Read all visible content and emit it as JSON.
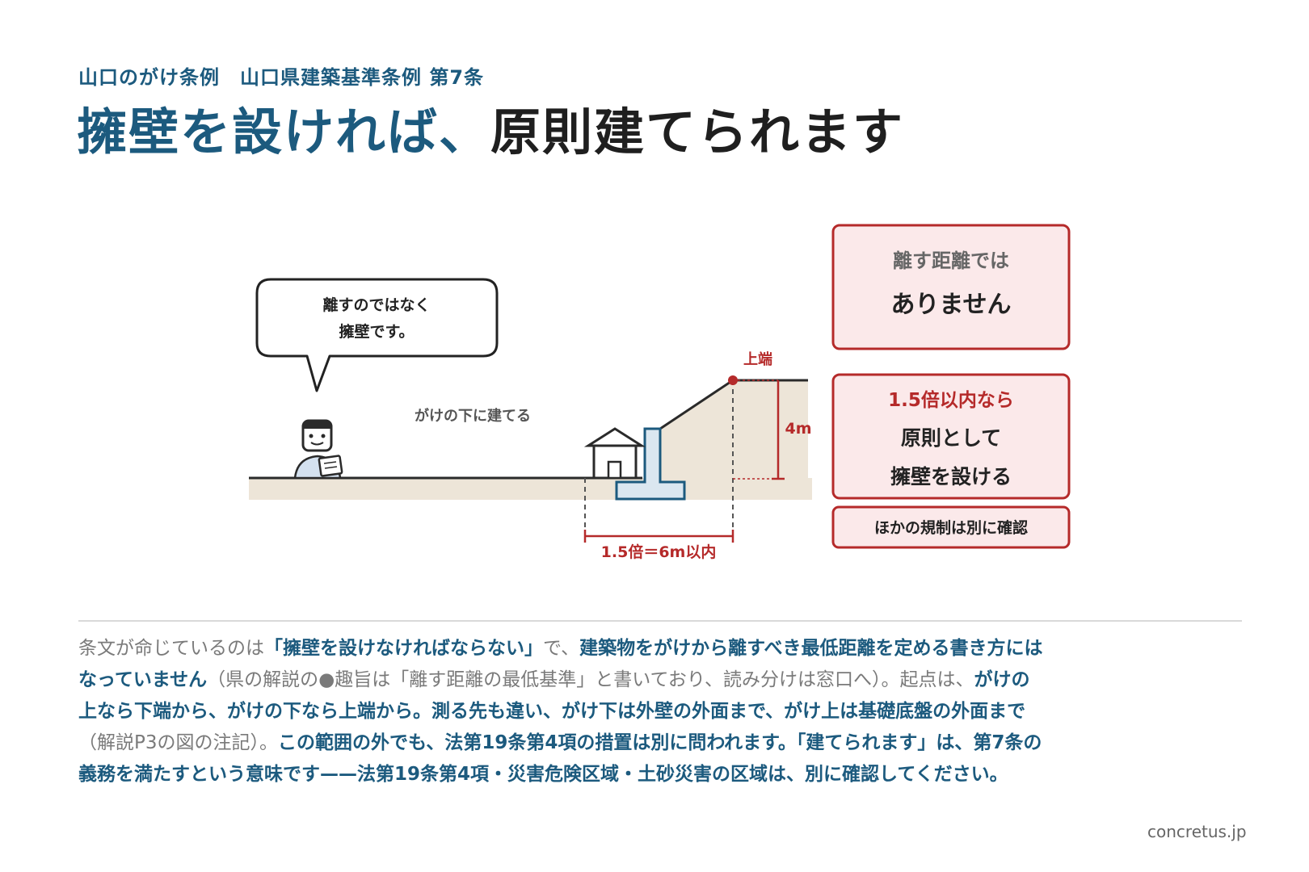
{
  "header": {
    "subtitle": "山口のがけ条例　山口県建築基準条例 第7条",
    "title_accent": "擁壁を設ければ、",
    "title_rest": "原則建てられます"
  },
  "diagram": {
    "bubble_line1": "離すのではなく",
    "bubble_line2": "擁壁です。",
    "scene_label": "がけの下に建てる",
    "top_edge_label": "上端",
    "height_label": "4m",
    "distance_label": "1.5倍＝6m以内",
    "box1_line1": "離す距離では",
    "box1_line2": "ありません",
    "box2_line1": "1.5倍以内なら",
    "box2_line2": "原則として",
    "box2_line3": "擁壁を設ける",
    "box3": "ほかの規制は別に確認",
    "colors": {
      "accent_blue": "#1c5a7e",
      "warning_red": "#b52a2a",
      "box_fill": "#fbe9ea",
      "ground_fill": "#ede5d8"
    }
  },
  "body": {
    "p1": "条文が命じているのは",
    "p2": "「擁壁を設けなければならない」",
    "p3": "で、",
    "p4": "建築物をがけから離すべき最低距離を定める書き方にはなっていません",
    "p5": "（県の解説の●趣旨は「離す距離の最低基準」と書いており、読み分けは窓口へ）。起点は、",
    "p6": "がけの上なら下端から、がけの下なら上端から。測る先も違い、がけ下は外壁の外面まで、がけ上は基礎底盤の外面まで",
    "p7": "（解説P3の図の注記）。",
    "p8": "この範囲の外でも、法第19条第4項の措置は別に問われます。「建てられます」は、第7条の義務を満たすという意味です——法第19条第4項・災害危険区域・土砂災害の区域は、別に確認してください。"
  },
  "footer": {
    "credit": "concretus.jp"
  }
}
